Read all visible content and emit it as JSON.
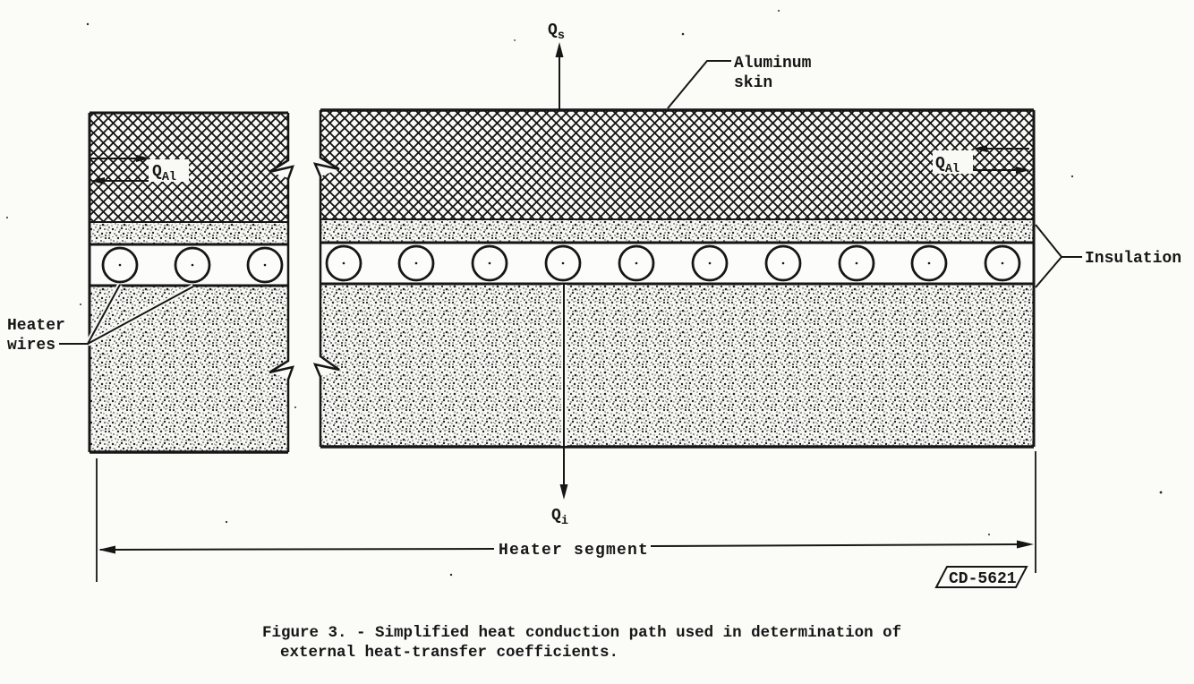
{
  "colors": {
    "paper": "#fbfbf8",
    "ink": "#161616"
  },
  "labels": {
    "q_surface": {
      "base": "Q",
      "sub": "s"
    },
    "q_aluminum_left": {
      "base": "Q",
      "sub": "Al"
    },
    "q_aluminum_right": {
      "base": "Q",
      "sub": "Al"
    },
    "q_internal": {
      "base": "Q",
      "sub": "i"
    },
    "aluminum_skin": {
      "line1": "Aluminum",
      "line2": "skin"
    },
    "heater_wires": {
      "line1": "Heater",
      "line2": "wires"
    },
    "insulation": "Insulation",
    "heater_segment": "Heater segment"
  },
  "drawing_number": "CD-5621",
  "caption": {
    "line1": "Figure 3. - Simplified heat conduction path used in determination of",
    "line2": "external heat-transfer coefficients."
  },
  "diagram": {
    "heater_wire_count_left_section": 3,
    "heater_wire_count_right_section": 10,
    "layers_top_to_bottom": [
      "aluminum skin (crosshatch)",
      "insulation (stipple)",
      "heater wires",
      "insulation (stipple)"
    ]
  }
}
